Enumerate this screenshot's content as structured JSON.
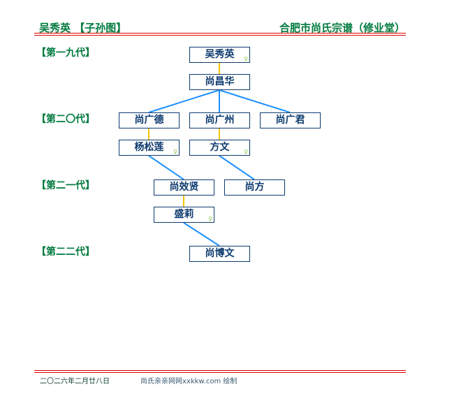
{
  "header": {
    "left": "吴秀英 【子孙图】",
    "right": "合肥市尚氏宗谱（修业堂）"
  },
  "generations": [
    "【第一九代】",
    "【第二〇代】",
    "【第二一代】",
    "【第二二代】"
  ],
  "female_marker": "♀",
  "people": {
    "p1": {
      "name": "吴秀英",
      "female": true
    },
    "p2": {
      "name": "尚昌华",
      "female": false
    },
    "p3": {
      "name": "尚广德",
      "female": false
    },
    "p4": {
      "name": "尚广州",
      "female": false
    },
    "p5": {
      "name": "尚广君",
      "female": false
    },
    "p6": {
      "name": "杨松莲",
      "female": true
    },
    "p7": {
      "name": "方文",
      "female": true
    },
    "p8": {
      "name": "尚效贤",
      "female": false
    },
    "p9": {
      "name": "尚方",
      "female": false
    },
    "p10": {
      "name": "盛莉",
      "female": true
    },
    "p11": {
      "name": "尚博文",
      "female": false
    }
  },
  "colors": {
    "spouse_line": "#f5c400",
    "child_line": "#1e90ff",
    "rule": "#e00000",
    "accent": "#007a3d"
  },
  "footer": {
    "date": "二〇二六年二月廿八日",
    "credit": "尚氏亲亲网网xxkkw.com 绘制"
  }
}
